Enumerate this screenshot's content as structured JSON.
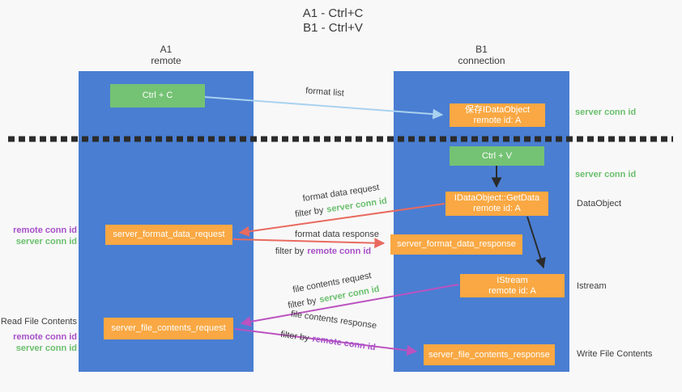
{
  "title": {
    "line1": "A1 - Ctrl+C",
    "line2": "B1 - Ctrl+V"
  },
  "columns": {
    "a1": {
      "name": "A1",
      "subtitle": "remote"
    },
    "b1": {
      "name": "B1",
      "subtitle": "connection"
    }
  },
  "nodes": {
    "ctrl_c": {
      "label": "Ctrl + C"
    },
    "save_idataobject": {
      "line1": "保存IDataObject",
      "line2": "remote id: A"
    },
    "ctrl_v": {
      "label": "Ctrl + V"
    },
    "getdata": {
      "line1": "IDataObject::GetData",
      "line2": "remote id: A"
    },
    "server_format_data_request": {
      "label": "server_format_data_request"
    },
    "server_format_data_response": {
      "label": "server_format_data_response"
    },
    "istream": {
      "line1": "IStream",
      "line2": "remote id: A"
    },
    "server_file_contents_request": {
      "label": "server_file_contents_request"
    },
    "server_file_contents_response": {
      "label": "server_file_contents_response"
    }
  },
  "arrow_labels": {
    "format_list": "format list",
    "format_data_request": "format data request",
    "format_data_response": "format data response",
    "file_contents_request": "file contents request",
    "file_contents_response": "file contents response",
    "filter_by": "filter by",
    "server_conn_id": "server conn id",
    "remote_conn_id": "remote conn id"
  },
  "side_labels": {
    "right_server_conn_id_top": "server conn id",
    "right_server_conn_id_mid": "server conn id",
    "dataobject": "DataObject",
    "istream": "Istream",
    "write_file_contents": "Write File Contents",
    "left_remote_conn_id_top": "remote conn id",
    "left_server_conn_id_top": "server conn id",
    "read_file_contents": "Read File Contents",
    "left_remote_conn_id_bottom": "remote conn id",
    "left_server_conn_id_bottom": "server conn id"
  },
  "colors": {
    "background": "#f8f8f8",
    "column_blue": "#4a7ed2",
    "node_green": "#74c274",
    "node_orange": "#f9a843",
    "arrow_light_blue": "#a9d2ef",
    "arrow_black": "#2b2b2b",
    "arrow_red": "#e96a5f",
    "arrow_magenta": "#bb52c0",
    "text_green": "#6abf6d",
    "text_purple": "#a750c8"
  }
}
